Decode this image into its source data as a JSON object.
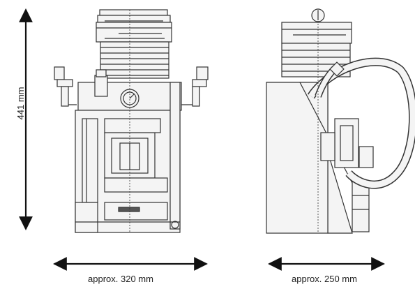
{
  "dimensions": {
    "height": "441 mm",
    "width_front": "approx. 320 mm",
    "depth_side": "approx. 250 mm"
  },
  "colors": {
    "line": "#333333",
    "arrow": "#111111",
    "fill": "#f4f4f4"
  }
}
